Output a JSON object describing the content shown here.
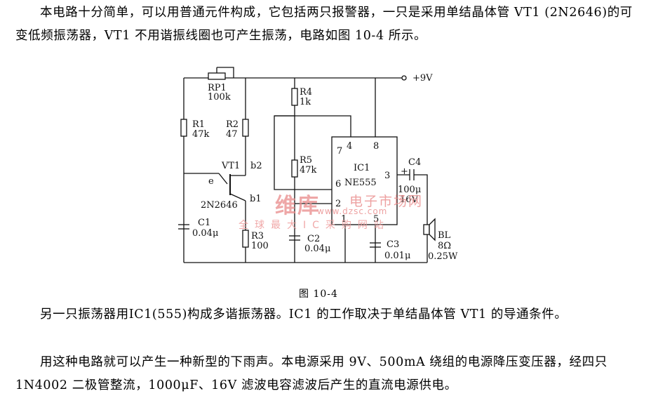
{
  "text": {
    "p1": "本电路十分简单，可以用普通元件构成，它包括两只报警器，一只是采用单结晶体管 VT1 (2N2646)的可变低频振荡器，VT1 不用谐振线圈也可产生振荡，电路如图 10-4 所示。",
    "p2": "另一只振荡器用IC1(555)构成多谐振荡器。IC1 的工作取决于单结晶体管 VT1 的导通条件。",
    "p3": "用这种电路就可以产生一种新型的下雨声。本电源采用 9V、500mA 绕组的电源降压变压器，经四只 1N4002 二极管整流，1000μF、16V 滤波电容滤波后产生的直流电源供电。"
  },
  "figure": {
    "caption": "图 10-4",
    "labels": {
      "supply": "+9V",
      "rp1": "RP1",
      "rp1_val": "100k",
      "r1": "R1",
      "r1_val": "47k",
      "r2": "R2",
      "r2_val": "47",
      "vt1": "VT1",
      "b2": "b2",
      "e": "e",
      "b1": "b1",
      "part": "2N2646",
      "r4": "R4",
      "r4_val": "1k",
      "r5": "R5",
      "r5_val": "47k",
      "ic1": "IC1",
      "ic_name": "NE555",
      "pin7": "7",
      "pin4": "4",
      "pin8": "8",
      "pin6": "6",
      "pin2": "2",
      "pin3": "3",
      "pin1": "1",
      "pin5": "5",
      "c4": "C4",
      "c4_plus": "+",
      "c4_val1": "100μ",
      "c4_val2": "16V",
      "c1": "C1",
      "c1_val": "0.04μ",
      "r3": "R3",
      "r3_val": "100",
      "c2": "C2",
      "c2_val": "0.04μ",
      "c3": "C3",
      "c3_val": "0.01μ",
      "bl": "BL",
      "bl_val1": "8Ω",
      "bl_val2": "0.25W"
    }
  },
  "watermark": {
    "logo": "维库",
    "name": "电子市场网",
    "url": "www.dzsc.com",
    "slogan": "全球最大IC采购网站"
  }
}
